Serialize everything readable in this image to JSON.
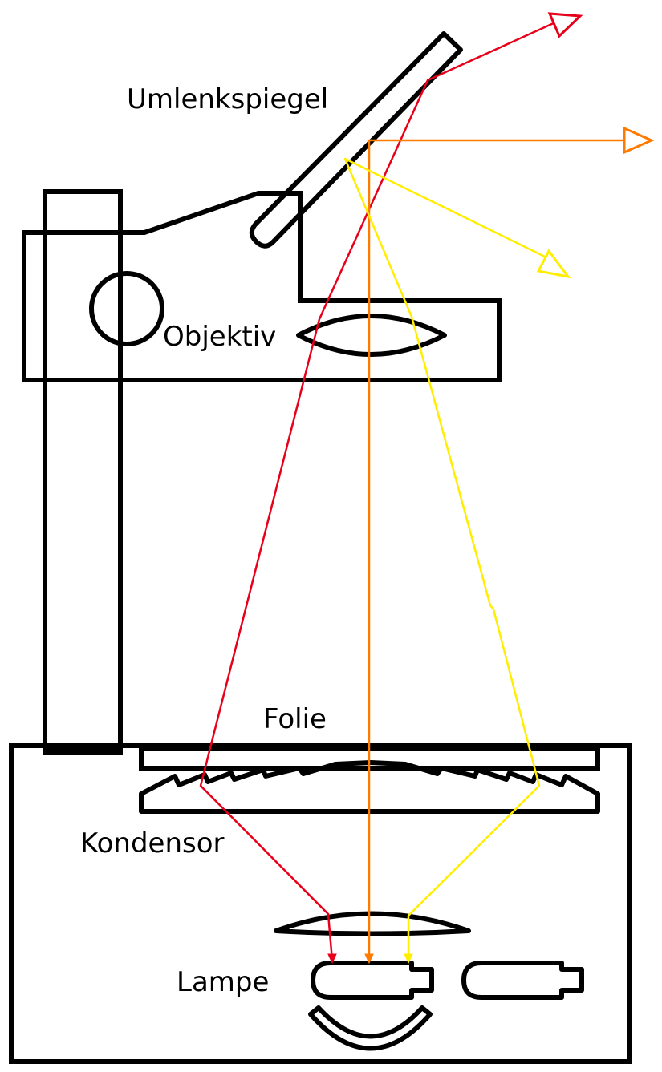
{
  "labels": {
    "mirror": "Umlenkspiegel",
    "objective": "Objektiv",
    "foil": "Folie",
    "condenser": "Kondensor",
    "lamp": "Lampe"
  },
  "colors": {
    "outline": "#000000",
    "ray_red": "#e8001a",
    "ray_orange": "#ff7b00",
    "ray_yellow": "#ffee00",
    "background": "#ffffff"
  }
}
